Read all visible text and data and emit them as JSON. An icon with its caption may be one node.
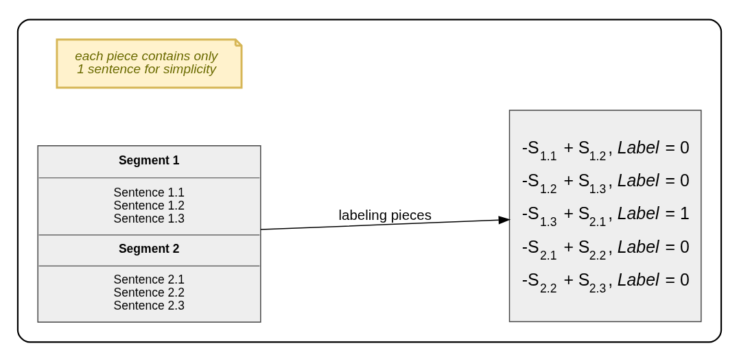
{
  "diagram": {
    "nodes": [
      {
        "text": [],
        "shape": "box"
      },
      {
        "text": [
          "each piece contains only 1 sentence for simplicity"
        ],
        "in": 0
      },
      {
        "text": [
          "Segment 1",
          "Sentence 1.1 Sentence 1.2 Sentence 1.3",
          "Segment 2",
          "Sentence 2.1 Sentence 2.2 Sentence 2.3"
        ],
        "in": 0
      },
      {
        "text": [
          "-S$_{1.1}$ + S$_{1.2}$, *Label* = 0",
          "-S$_{1.2}$ + S$_{1.3}$, *Label* = 0",
          "-S$_{1.3}$ + S$_{2.1}$, *Label* = 1",
          "-S$_{2.1}$ + S$_{2.2}$, *Label* = 0",
          "-S$_{2.2}$ + S$_{2.3}$, *Label* = 0"
        ],
        "in": 0
      }
    ],
    "edges": [
      {
        "from": 2,
        "to": 3,
        "arrow": "to",
        "label": "labeling pieces"
      }
    ]
  }
}
